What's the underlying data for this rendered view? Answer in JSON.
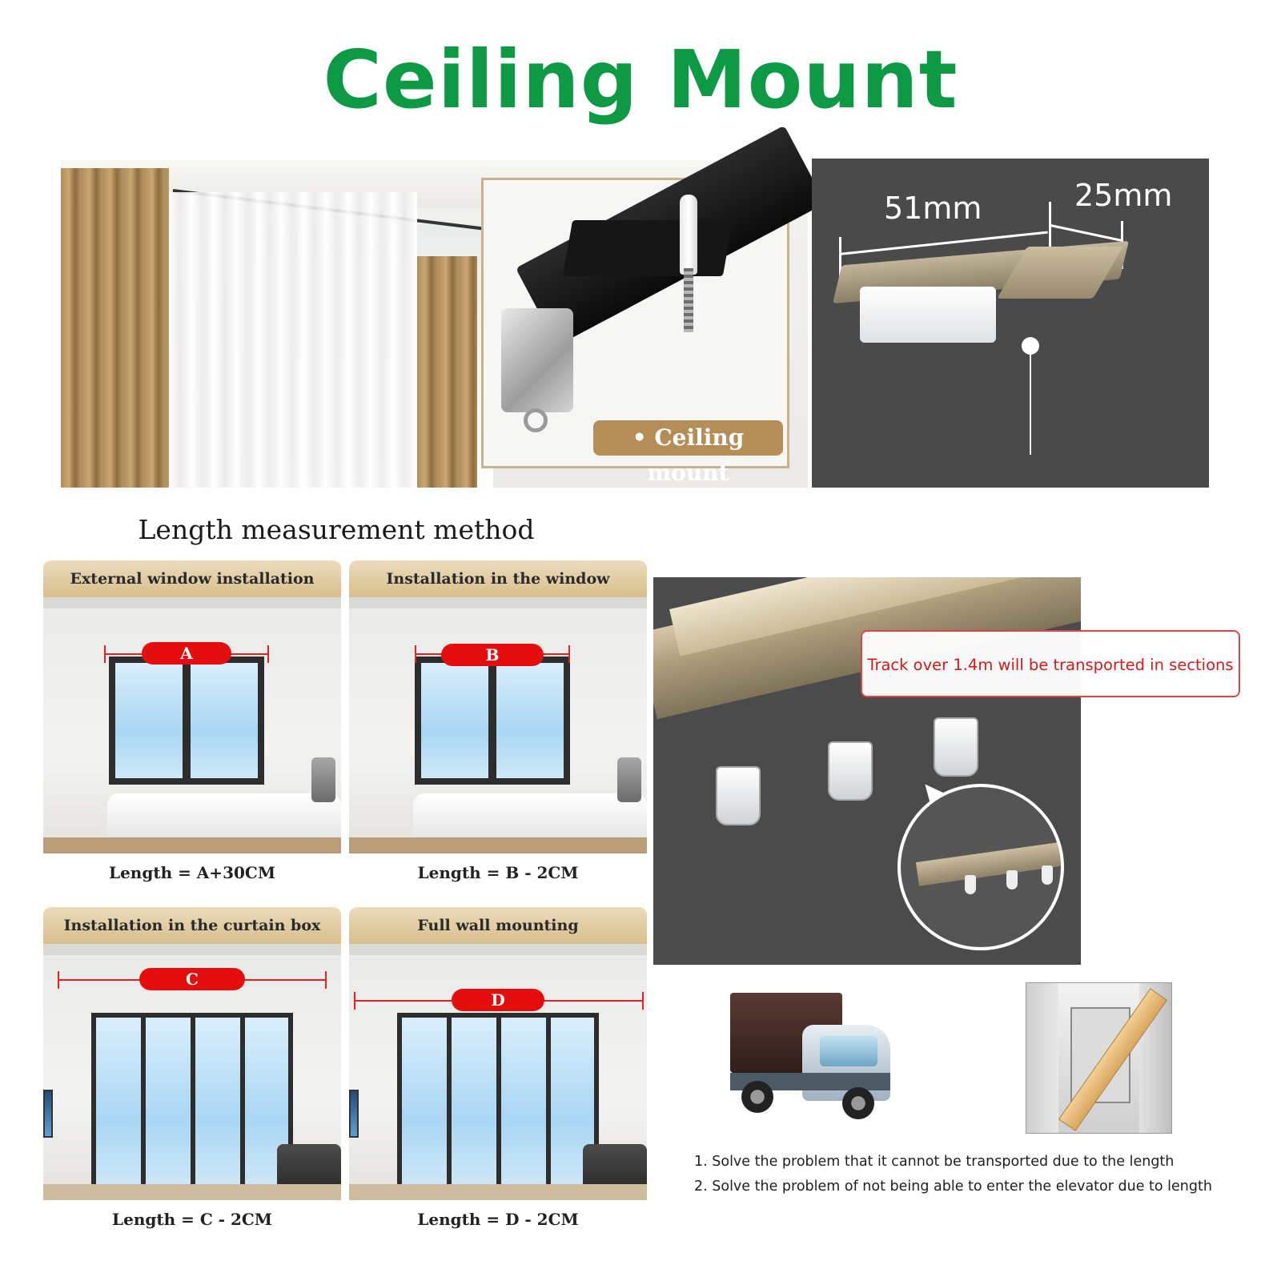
{
  "title": "Ceiling Mount",
  "colors": {
    "title_green": "#0e9a44",
    "badge_gold": "#b58e57",
    "measure_red": "#e50e0e",
    "card_header_beige": "#dcc397",
    "dark_panel": "#4a4a4a"
  },
  "top": {
    "inset_badge": "• Ceiling mount",
    "dimensions": {
      "width_a": "51mm",
      "width_b": "25mm"
    }
  },
  "measurement": {
    "heading": "Length measurement method",
    "cards": [
      {
        "header": "External window installation",
        "marker": "A",
        "formula": "Length = A+30CM"
      },
      {
        "header": "Installation in the window",
        "marker": "B",
        "formula": "Length = B - 2CM"
      },
      {
        "header": "Installation in the curtain box",
        "marker": "C",
        "formula": "Length = C - 2CM"
      },
      {
        "header": "Full wall mounting",
        "marker": "D",
        "formula": "Length = D - 2CM"
      }
    ]
  },
  "track": {
    "note": "Track over 1.4m will be transported in sections"
  },
  "transport_notes": [
    "1. Solve the problem that it cannot be transported due to the length",
    "2. Solve the problem of not being able to enter the elevator due to length"
  ]
}
